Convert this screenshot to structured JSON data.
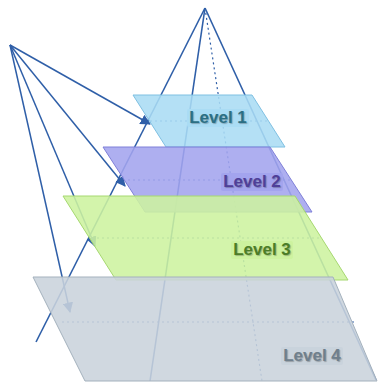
{
  "diagram": {
    "nodes": [
      {
        "text": [
          "Level 1"
        ]
      },
      {
        "text": [
          "Level 2"
        ]
      },
      {
        "text": [
          "Level 3"
        ]
      },
      {
        "text": [
          "Level 4"
        ]
      }
    ]
  }
}
